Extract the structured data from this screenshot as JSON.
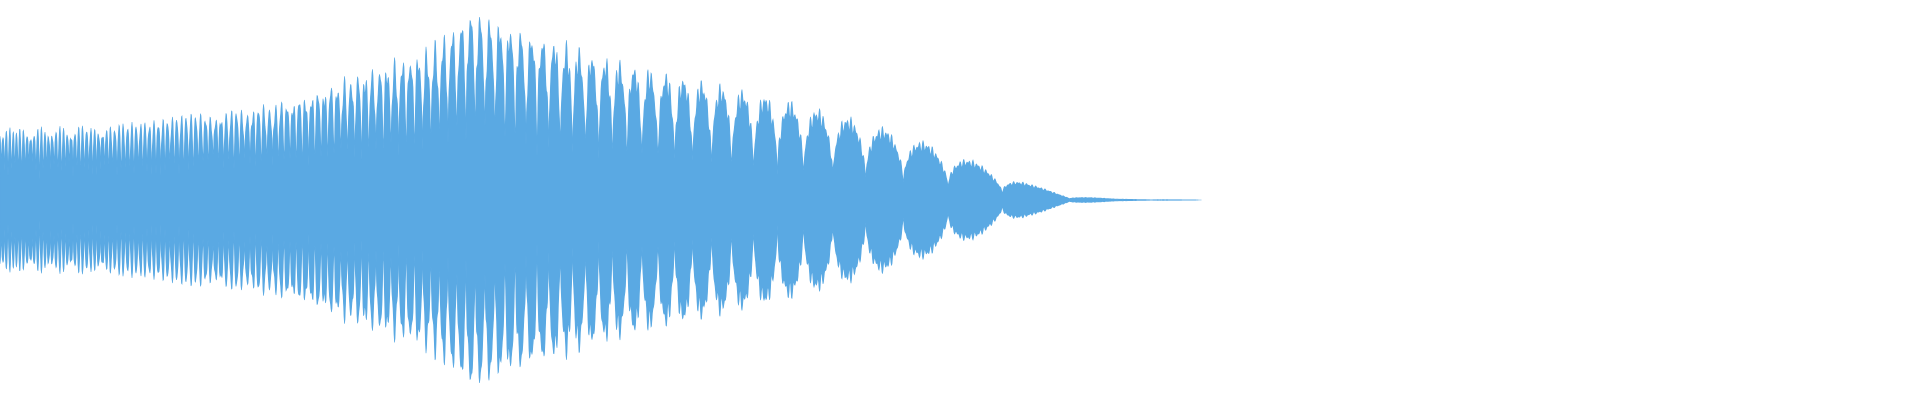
{
  "waveform": {
    "color": "#5aa9e3",
    "background": "#ffffff",
    "envelope": [
      0.37,
      0.37,
      0.38,
      0.39,
      0.43,
      0.45,
      0.48,
      0.53,
      0.62,
      0.7,
      0.78,
      0.98,
      0.89,
      0.82,
      0.74,
      0.68,
      0.63,
      0.58,
      0.53,
      0.47,
      0.41,
      0.34,
      0.26,
      0.17,
      0.08,
      0.02,
      0.005,
      0.003,
      0.0
    ],
    "sound_end_fraction": 0.626
  }
}
